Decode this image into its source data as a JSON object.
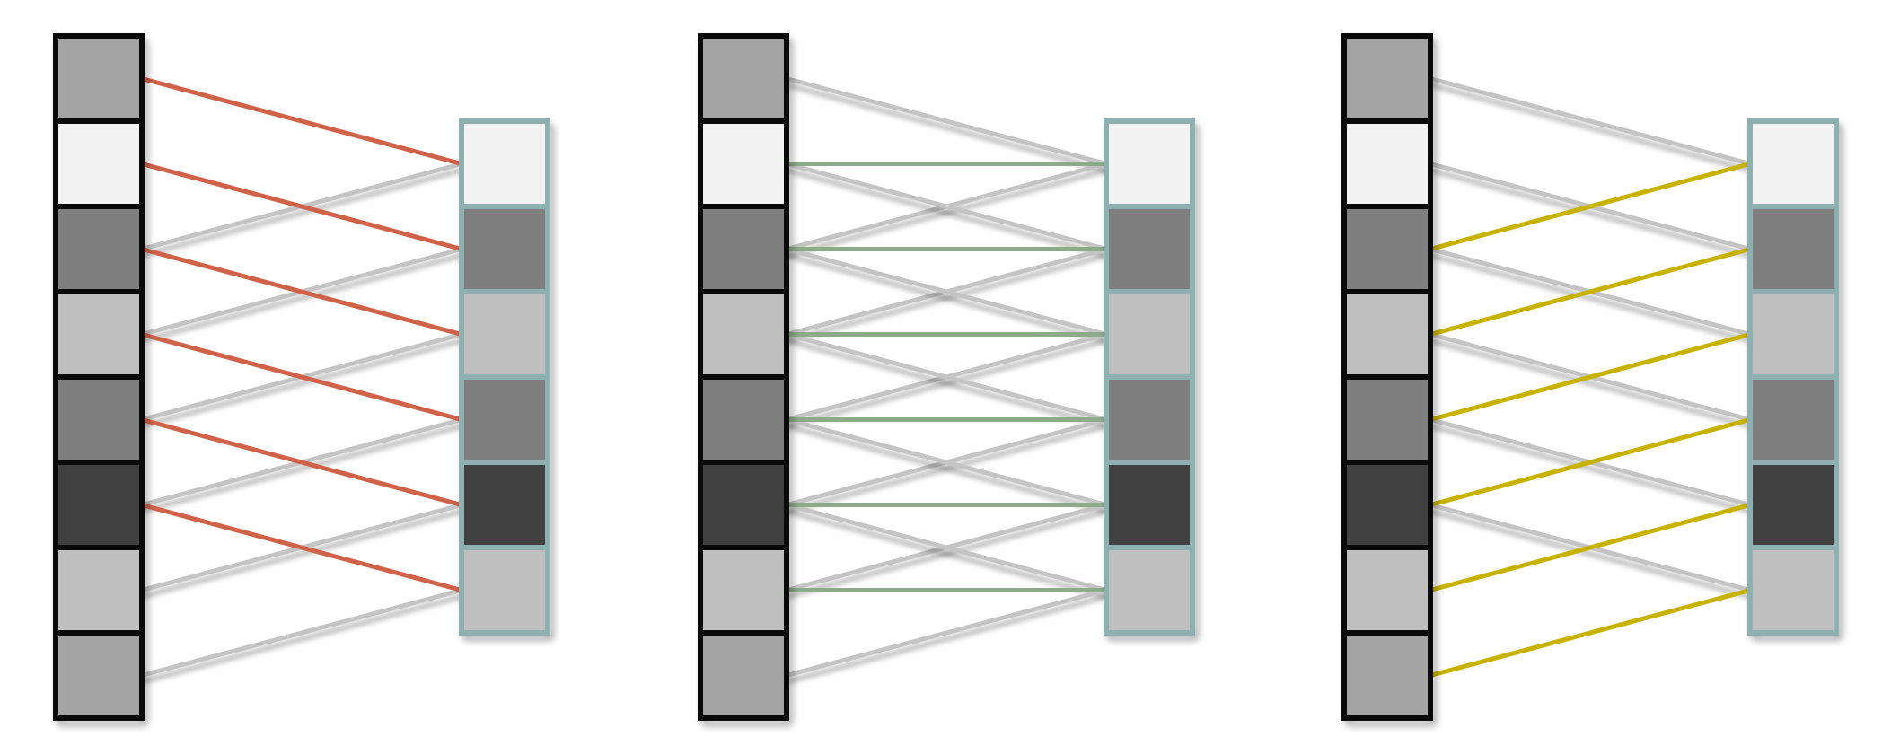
{
  "diagram": {
    "kernel_size": 3,
    "stride": 1,
    "input_cells": [
      "#a4a4a4",
      "#f2f2f2",
      "#7f7f7f",
      "#bfbfbf",
      "#7f7f7f",
      "#404040",
      "#bfbfbf",
      "#a4a4a4"
    ],
    "output_cells": [
      "#f2f2f2",
      "#7f7f7f",
      "#bfbfbf",
      "#7f7f7f",
      "#404040",
      "#bfbfbf"
    ],
    "input_border_color": "#0a0a0a",
    "output_border_color": "#8fb0b0",
    "connection_color": "#c4c4c4",
    "panels": [
      {
        "highlight_kernel_index": 0,
        "highlight_color": "#d0624a"
      },
      {
        "highlight_kernel_index": 1,
        "highlight_color": "#8cab88"
      },
      {
        "highlight_kernel_index": 2,
        "highlight_color": "#c8b200"
      }
    ]
  }
}
